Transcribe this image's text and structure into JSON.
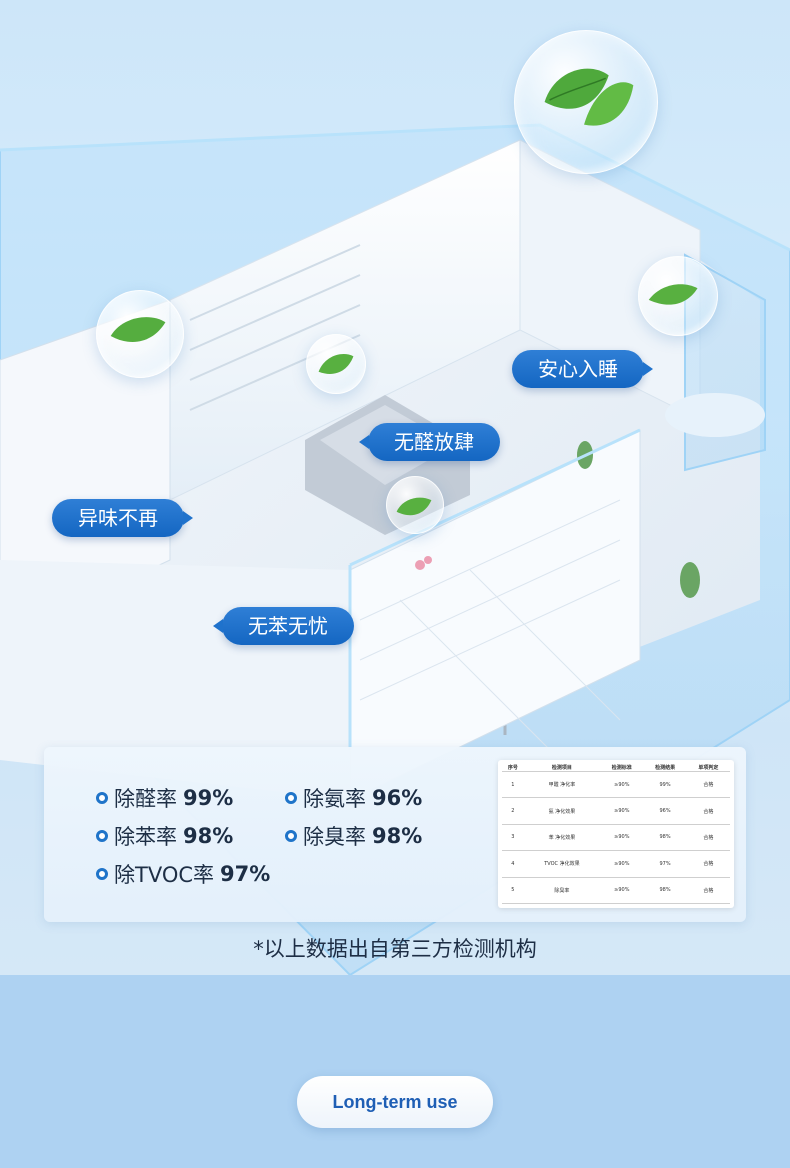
{
  "scene": {
    "tags": {
      "sleep": "安心入睡",
      "formaldehyde": "无醛放肆",
      "odor": "异味不再",
      "benzene": "无苯无忧"
    }
  },
  "stats": {
    "formaldehyde": {
      "label": "除醛率",
      "value": "99%"
    },
    "ammonia": {
      "label": "除氨率",
      "value": "96%"
    },
    "benzene": {
      "label": "除苯率",
      "value": "98%"
    },
    "odor": {
      "label": "除臭率",
      "value": "98%"
    },
    "tvoc": {
      "label": "除TVOC率",
      "value": "97%"
    }
  },
  "report": {
    "headers": [
      "序号",
      "检测项目",
      "检测标准",
      "检测结果",
      "单项判定"
    ],
    "rows": [
      [
        "1",
        "甲醛 净化率",
        "≥90%",
        "99%",
        "合格"
      ],
      [
        "2",
        "氨 净化效果",
        "≥90%",
        "96%",
        "合格"
      ],
      [
        "3",
        "苯 净化效果",
        "≥90%",
        "98%",
        "合格"
      ],
      [
        "4",
        "TVOC 净化效果",
        "≥90%",
        "97%",
        "合格"
      ],
      [
        "5",
        "除臭率",
        "≥90%",
        "98%",
        "合格"
      ]
    ]
  },
  "note": "*以上数据出自第三方检测机构",
  "cta": "Long-term use",
  "colors": {
    "accent": "#1466c2",
    "background": "#aed2f2",
    "text": "#1d2e45"
  },
  "icons": [
    "leaf-icon",
    "bullet-ring-icon"
  ]
}
